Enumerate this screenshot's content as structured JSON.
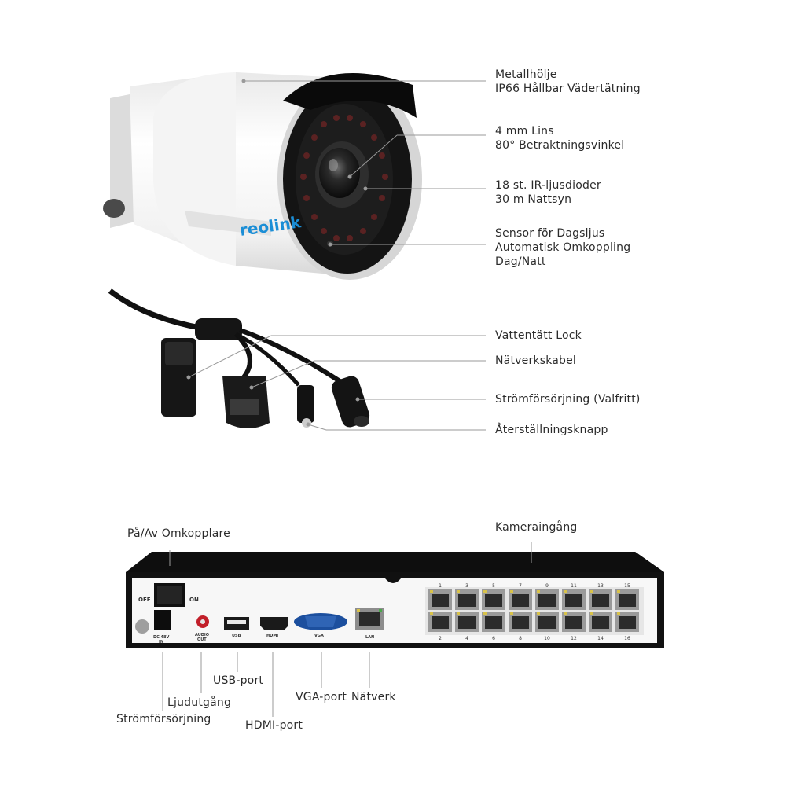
{
  "camera": {
    "brand": "reolink",
    "callouts": [
      {
        "id": "housing",
        "lines": [
          "Metallhölje",
          "IP66 Hållbar Vädertätning"
        ]
      },
      {
        "id": "lens",
        "lines": [
          "4 mm Lins",
          "80° Betraktningsvinkel"
        ]
      },
      {
        "id": "ir",
        "lines": [
          "18 st. IR-ljusdioder",
          "30 m Nattsyn"
        ]
      },
      {
        "id": "sensor",
        "lines": [
          "Sensor för Dagsljus",
          "Automatisk Omkoppling",
          "Dag/Natt"
        ]
      },
      {
        "id": "cap",
        "lines": [
          "Vattentätt Lock"
        ]
      },
      {
        "id": "netcable",
        "lines": [
          "Nätverkskabel"
        ]
      },
      {
        "id": "power",
        "lines": [
          "Strömförsörjning (Valfritt)"
        ]
      },
      {
        "id": "reset",
        "lines": [
          "Återställningsknapp"
        ]
      }
    ]
  },
  "nvr": {
    "callouts": {
      "switch": "På/Av Omkopplare",
      "camera_input": "Kameraingång",
      "usb": "USB-port",
      "audio": "Ljudutgång",
      "power": "Strömförsörjning",
      "hdmi": "HDMI-port",
      "vga": "VGA-port",
      "network": "Nätverk"
    },
    "panel_labels": {
      "off": "OFF",
      "on": "ON",
      "dc": "DC 48V",
      "dc_in": "IN",
      "audio": "AUDIO",
      "audio_out": "OUT",
      "usb": "USB",
      "hdmi": "HDMI",
      "vga": "VGA",
      "lan": "LAN"
    },
    "ports_top": [
      "1",
      "3",
      "5",
      "7",
      "9",
      "11",
      "13",
      "15"
    ],
    "ports_bottom": [
      "2",
      "4",
      "6",
      "8",
      "10",
      "12",
      "14",
      "16"
    ],
    "colors": {
      "chassis": "#141414",
      "panel": "#f7f7f7",
      "port": "#9a9a9a",
      "port_led": "#d8c24a"
    }
  }
}
